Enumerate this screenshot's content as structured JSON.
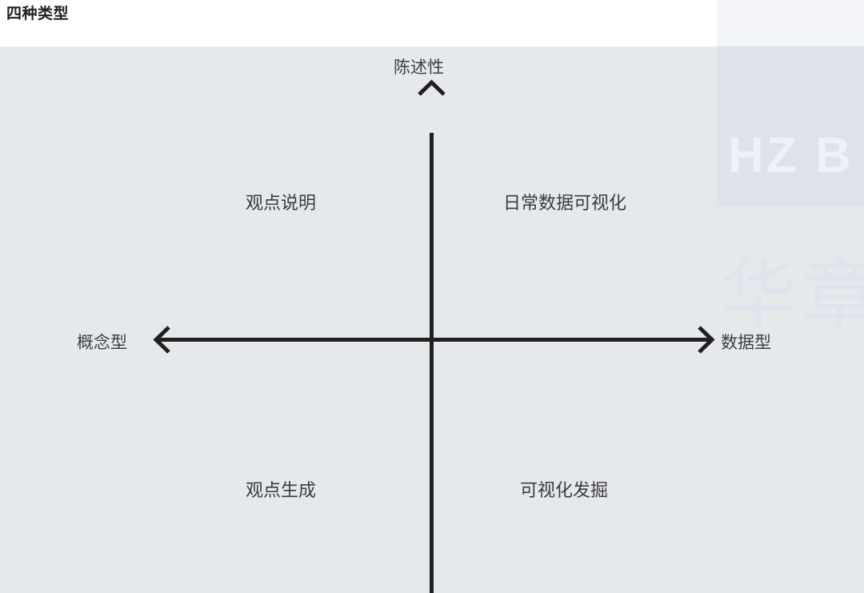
{
  "header": {
    "title": "四种类型"
  },
  "watermark": {
    "latin": "HZ B",
    "chinese": "华章"
  },
  "chart_data": {
    "type": "scatter",
    "title": "四种类型",
    "subtype": "quadrant-matrix",
    "xlabel": "",
    "ylabel": "",
    "grid": false,
    "legend": null,
    "axes": {
      "vertical": {
        "top_label": "陈述性",
        "bottom_label": "",
        "arrow": "up"
      },
      "horizontal": {
        "left_label": "概念型",
        "right_label": "数据型",
        "arrow": "both"
      }
    },
    "quadrants": [
      {
        "position": "top-left",
        "label": "观点说明"
      },
      {
        "position": "top-right",
        "label": "日常数据可视化"
      },
      {
        "position": "bottom-left",
        "label": "观点生成"
      },
      {
        "position": "bottom-right",
        "label": "可视化发掘"
      }
    ],
    "categories": [
      "观点说明",
      "日常数据可视化",
      "观点生成",
      "可视化发掘"
    ],
    "colors": {
      "panel_background": "#e6e9eb",
      "page_background": "#ffffff",
      "axis": "#231f20",
      "label_text": "#3b3b3e",
      "title_text": "#231f20",
      "watermark_box": "#dee2ea",
      "watermark_text": "#dfe3ed"
    }
  }
}
